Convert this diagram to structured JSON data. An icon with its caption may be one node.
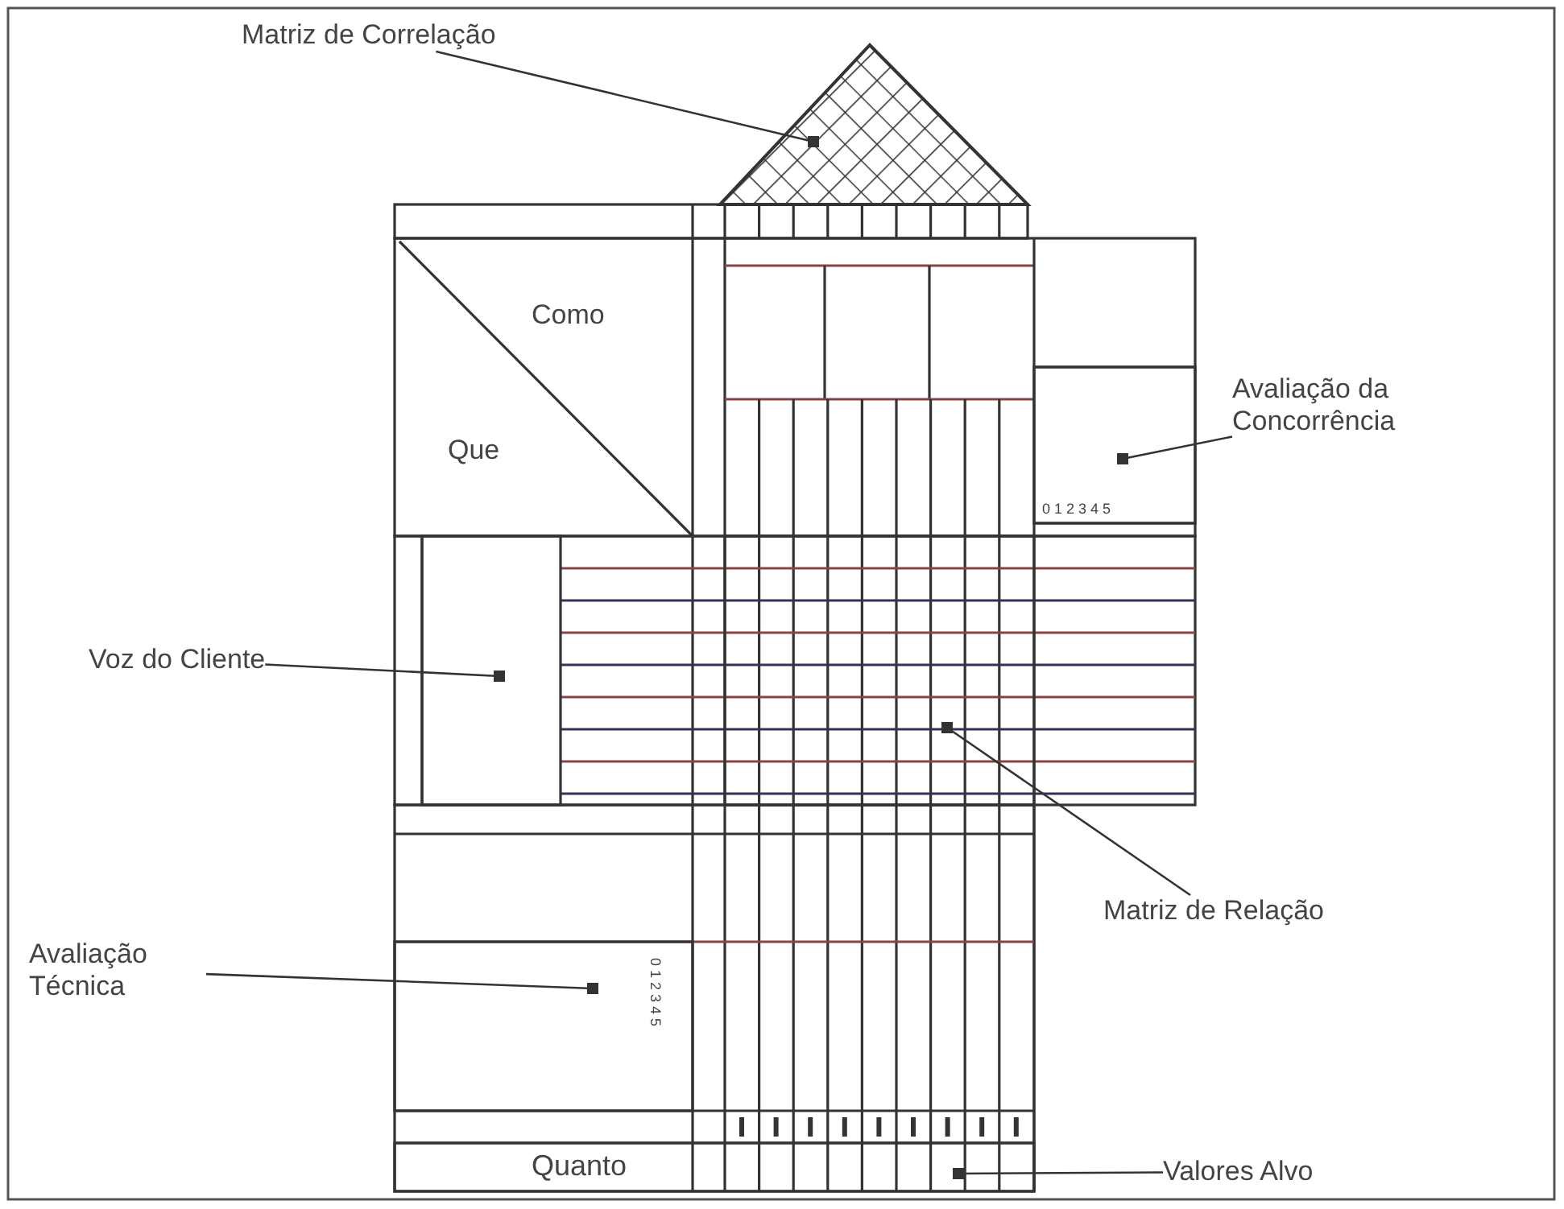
{
  "diagram": {
    "nodes": [
      {
        "text": [
          "Matriz de Correlação"
        ]
      },
      {
        "text": [],
        "shape": "triangle"
      },
      {
        "text": [
          "Avaliação da Concorrência"
        ]
      },
      {
        "text": [],
        "shape": "box"
      },
      {
        "text": [
          "Voz do Cliente"
        ]
      },
      {
        "text": [],
        "shape": "box"
      },
      {
        "text": [
          "Matriz de Relação"
        ]
      },
      {
        "text": [],
        "shape": "box"
      },
      {
        "text": [
          "Avaliação Técnica"
        ]
      },
      {
        "text": [],
        "shape": "box"
      },
      {
        "text": [
          "Valores Alvo"
        ]
      },
      {
        "text": [],
        "shape": "bar"
      }
    ],
    "edges": [
      {
        "from": 0,
        "to": 1,
        "arrow": "other"
      },
      {
        "from": 2,
        "to": 3,
        "arrow": "other"
      },
      {
        "from": 4,
        "to": 5,
        "arrow": "other"
      },
      {
        "from": 6,
        "to": 7,
        "arrow": "other"
      },
      {
        "from": 8,
        "to": 9,
        "arrow": "other"
      },
      {
        "from": 10,
        "to": 11,
        "arrow": "other"
      }
    ],
    "labels": [
      "Como",
      "Que",
      "0 1 2 3 4 5",
      "0 1 2 3 4 5",
      "Quanto"
    ]
  }
}
